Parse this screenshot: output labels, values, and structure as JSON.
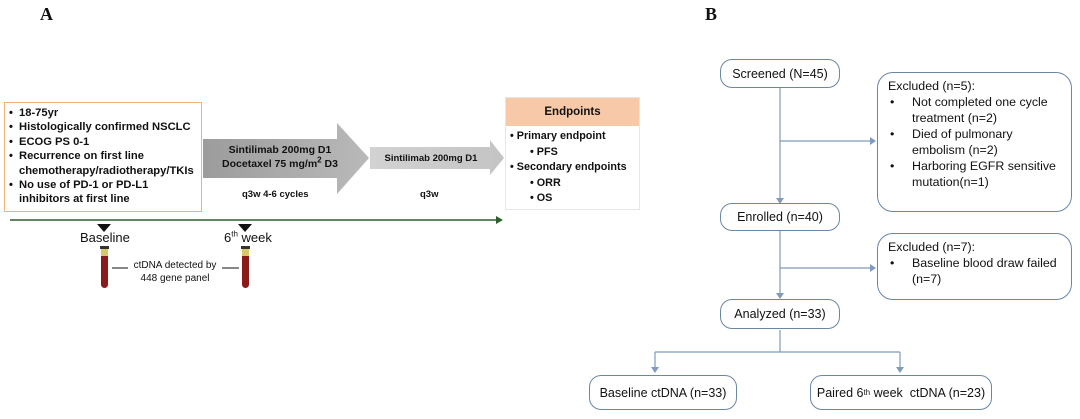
{
  "panel_a": {
    "letter": "A",
    "criteria": [
      "18-75yr",
      "Histologically confirmed NSCLC",
      "ECOG PS 0-1",
      "Recurrence on first line chemotherapy/radiotherapy/TKIs",
      "No use of PD-1 or PD-L1 inhibitors at first line"
    ],
    "arrow1": {
      "line1": "Sintilimab 200mg D1",
      "line2_pre": "Docetaxel 75 mg/m",
      "line2_sup": "2",
      "line2_post": " D3",
      "caption": "q3w 4-6 cycles"
    },
    "arrow2": {
      "label": "Sintilimab 200mg D1",
      "caption": "q3w"
    },
    "endpoints": {
      "title": "Endpoints",
      "primary": "Primary endpoint",
      "primary_items": [
        "PFS"
      ],
      "secondary": "Secondary endpoints",
      "secondary_items": [
        "ORR",
        "OS"
      ]
    },
    "timeline": {
      "baseline": "Baseline",
      "week_num": "6",
      "week_sup": "th",
      "week_text": " week",
      "ctdna_line1": "ctDNA detected by",
      "ctdna_line2": "448 gene panel"
    }
  },
  "panel_b": {
    "letter": "B",
    "screened": "Screened (N=45)",
    "excluded1": {
      "title": "Excluded (n=5):",
      "items": [
        "Not completed one cycle treatment (n=2)",
        "Died of pulmonary embolism (n=2)",
        "Harboring EGFR sensitive mutation(n=1)"
      ]
    },
    "enrolled": "Enrolled (n=40)",
    "excluded2": {
      "title": "Excluded (n=7):",
      "items": [
        "Baseline blood draw failed (n=7)"
      ]
    },
    "analyzed": "Analyzed (n=33)",
    "baseline": "Baseline ctDNA (n=33)",
    "paired_pre": "Paired 6",
    "paired_sup": "th",
    "paired_post": " week  ctDNA (n=23)"
  },
  "colors": {
    "criteria_border": "#f0b27a",
    "endpoint_header": "#f8c9a8",
    "flow_border": "#6b87a6",
    "timeline": "#2e5e2e",
    "arrow_gray": "#a9a9a9"
  }
}
